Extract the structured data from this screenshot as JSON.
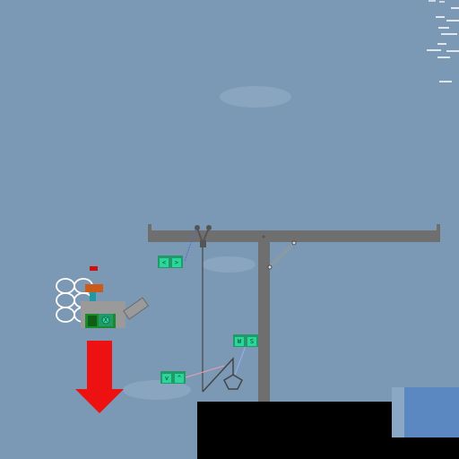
{
  "scene": {
    "sky_color": "#7b99b4",
    "ground_color": "#000000",
    "water_color": "#5b88c0",
    "crane_color": "#6f6f6f"
  },
  "controls": {
    "jib_left": "<",
    "jib_right": ">",
    "hook_down": "v",
    "hook_up": "^",
    "claw_open": "W",
    "claw_close": "S",
    "robot_action": "X"
  },
  "robot": {
    "antenna_color": "#cc1111",
    "body_color": "#9a9a9a",
    "panel_color": "#1a8a2a",
    "accent_color": "#cc5a1a"
  },
  "indicator": {
    "arrow_color": "#ee1111",
    "direction": "down"
  }
}
